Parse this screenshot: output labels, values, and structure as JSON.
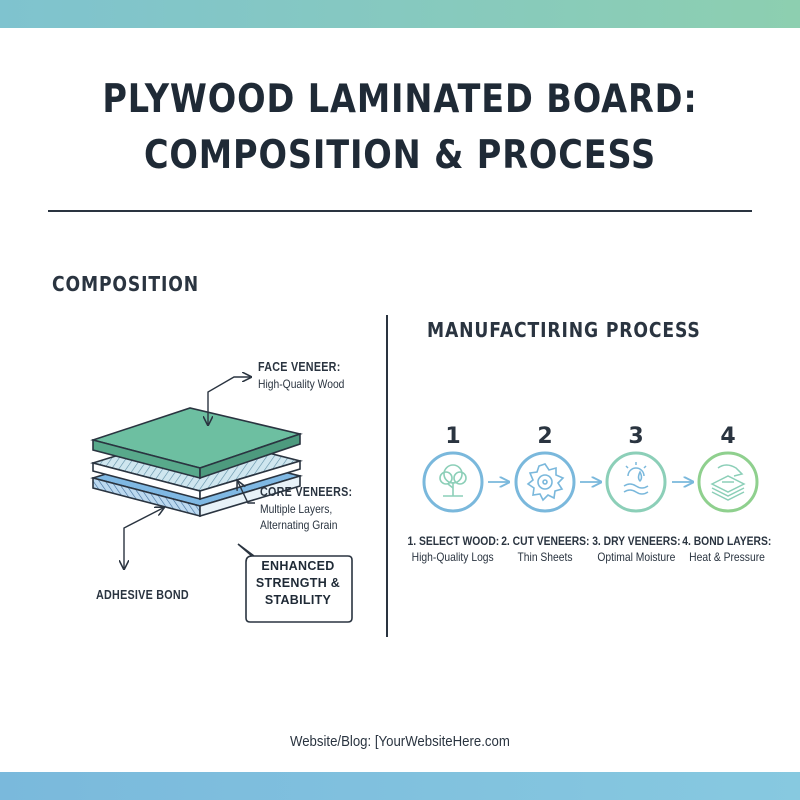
{
  "title": {
    "line1": "PLYWOOD LAMINATED BOARD:",
    "line2": "COMPOSITION & PROCESS"
  },
  "composition": {
    "heading": "COMPOSITION",
    "face_veneer": {
      "title": "FACE VENEER:",
      "subtitle": "High-Quality Wood"
    },
    "core_veneers": {
      "title": "CORE VENEERS:",
      "line1": "Multiple Layers,",
      "line2": "Alternating Grain"
    },
    "adhesive_bond": "ADHESIVE BOND",
    "callout": {
      "line1": "ENHANCED",
      "line2": "STRENGTH &",
      "line3": "STABILITY"
    }
  },
  "process": {
    "heading": "MANUFACTIRING PROCESS",
    "steps": [
      {
        "number": "1",
        "title": "1. SELECT WOOD:",
        "subtitle": "High-Quality Logs",
        "icon": "tree-icon",
        "color": "#7ab8dc"
      },
      {
        "number": "2",
        "title": "2. CUT VENEERS:",
        "subtitle": "Thin Sheets",
        "icon": "saw-blade-icon",
        "color": "#7ab8dc"
      },
      {
        "number": "3",
        "title": "3. DRY VENEERS:",
        "subtitle": "Optimal Moisture",
        "icon": "sun-moisture-icon",
        "color": "#8ccfb8"
      },
      {
        "number": "4",
        "title": "4. BOND LAYERS:",
        "subtitle": "Heat & Pressure",
        "icon": "pressed-layers-icon",
        "color": "#8fd08e"
      }
    ]
  },
  "footer": "Website/Blog: [YourWebsiteHere.com",
  "colors": {
    "face_veneer": "#6dbfa1",
    "core_veneer": "#7fb8e3",
    "ink": "#1f2a36",
    "arrow": "#7ab8dc"
  }
}
